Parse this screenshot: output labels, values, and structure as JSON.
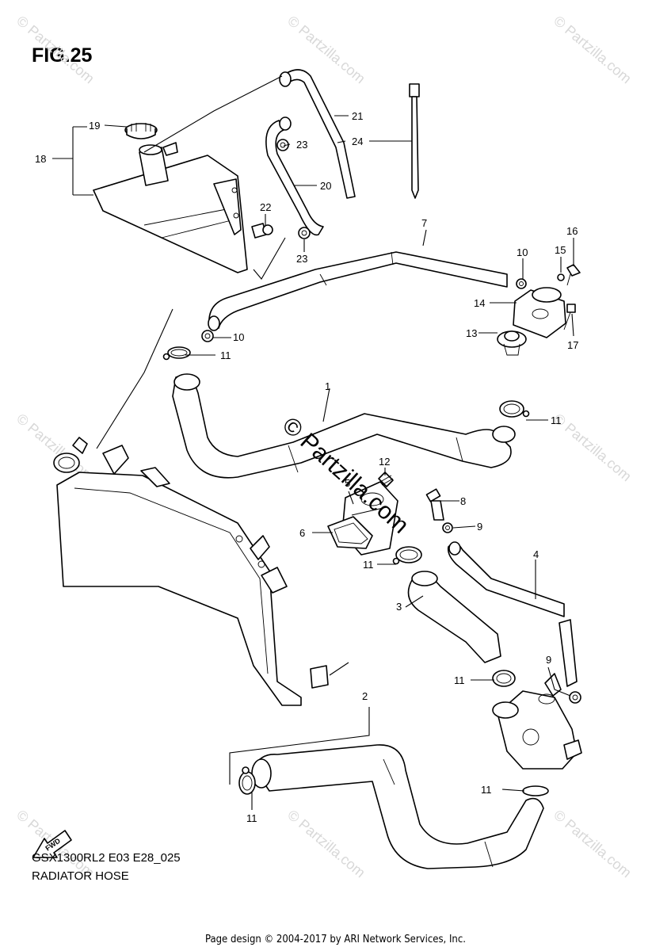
{
  "figure": {
    "title": "FIG.25",
    "model_code": "GSX1300RL2 E03 E28_025",
    "section_name": "RADIATOR HOSE"
  },
  "watermark": {
    "center": "© Partzilla.com",
    "repeat": "© Partzilla.com"
  },
  "footer": "Page design © 2004-2017 by ARI Network Services, Inc.",
  "fwd_badge": "FWD",
  "callouts": [
    {
      "id": "c1",
      "label": "1"
    },
    {
      "id": "c2",
      "label": "2"
    },
    {
      "id": "c3",
      "label": "3"
    },
    {
      "id": "c4",
      "label": "4"
    },
    {
      "id": "c5",
      "label": "5"
    },
    {
      "id": "c6",
      "label": "6"
    },
    {
      "id": "c7",
      "label": "7"
    },
    {
      "id": "c8",
      "label": "8"
    },
    {
      "id": "c9a",
      "label": "9"
    },
    {
      "id": "c9b",
      "label": "9"
    },
    {
      "id": "c10a",
      "label": "10"
    },
    {
      "id": "c10b",
      "label": "10"
    },
    {
      "id": "c11a",
      "label": "11"
    },
    {
      "id": "c11b",
      "label": "11"
    },
    {
      "id": "c11c",
      "label": "11"
    },
    {
      "id": "c11d",
      "label": "11"
    },
    {
      "id": "c11e",
      "label": "11"
    },
    {
      "id": "c11f",
      "label": "11"
    },
    {
      "id": "c12",
      "label": "12"
    },
    {
      "id": "c13",
      "label": "13"
    },
    {
      "id": "c14",
      "label": "14"
    },
    {
      "id": "c15",
      "label": "15"
    },
    {
      "id": "c16",
      "label": "16"
    },
    {
      "id": "c17",
      "label": "17"
    },
    {
      "id": "c18",
      "label": "18"
    },
    {
      "id": "c19",
      "label": "19"
    },
    {
      "id": "c20",
      "label": "20"
    },
    {
      "id": "c21",
      "label": "21"
    },
    {
      "id": "c22",
      "label": "22"
    },
    {
      "id": "c23a",
      "label": "23"
    },
    {
      "id": "c23b",
      "label": "23"
    },
    {
      "id": "c24",
      "label": "24"
    }
  ]
}
